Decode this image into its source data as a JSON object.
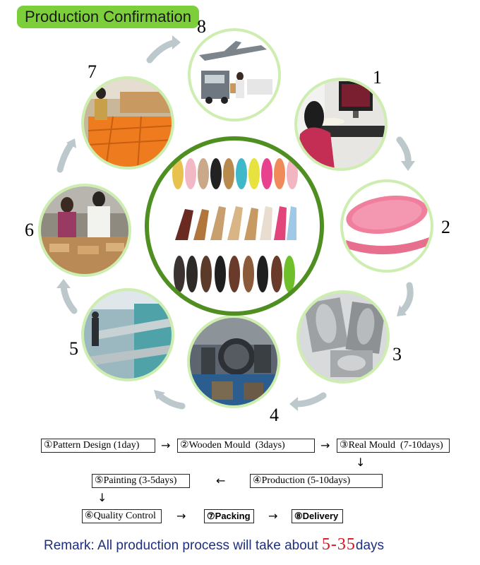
{
  "title": "Production Confirmation",
  "steps": [
    {
      "number": "1",
      "label": "Pattern Design (1day)"
    },
    {
      "number": "2",
      "label": "Wooden Mould  (3days)"
    },
    {
      "number": "3",
      "label": "Real Mould  (7-10days)"
    },
    {
      "number": "4",
      "label": "Production (5-10days)"
    },
    {
      "number": "5",
      "label": "Painting (3-5days)"
    },
    {
      "number": "6",
      "label": "Quality Control"
    },
    {
      "number": "7",
      "label": "Packing"
    },
    {
      "number": "8",
      "label": "Delivery"
    }
  ],
  "circled": [
    "①",
    "②",
    "③",
    "④",
    "⑤",
    "⑥",
    "⑦",
    "⑧"
  ],
  "flow_arrows": {
    "right": "→",
    "left": "←",
    "down": "↓"
  },
  "remark": {
    "prefix": "Remark: All production process will take about ",
    "days": "5-35",
    "suffix": "days"
  },
  "colors": {
    "badge": "#7ccf3a",
    "ring": "#cdeeb0",
    "center_ring": "#4f8f22",
    "arrow": "#bcc8cc",
    "remark": "#1f2f7a",
    "days": "#d8141e"
  }
}
